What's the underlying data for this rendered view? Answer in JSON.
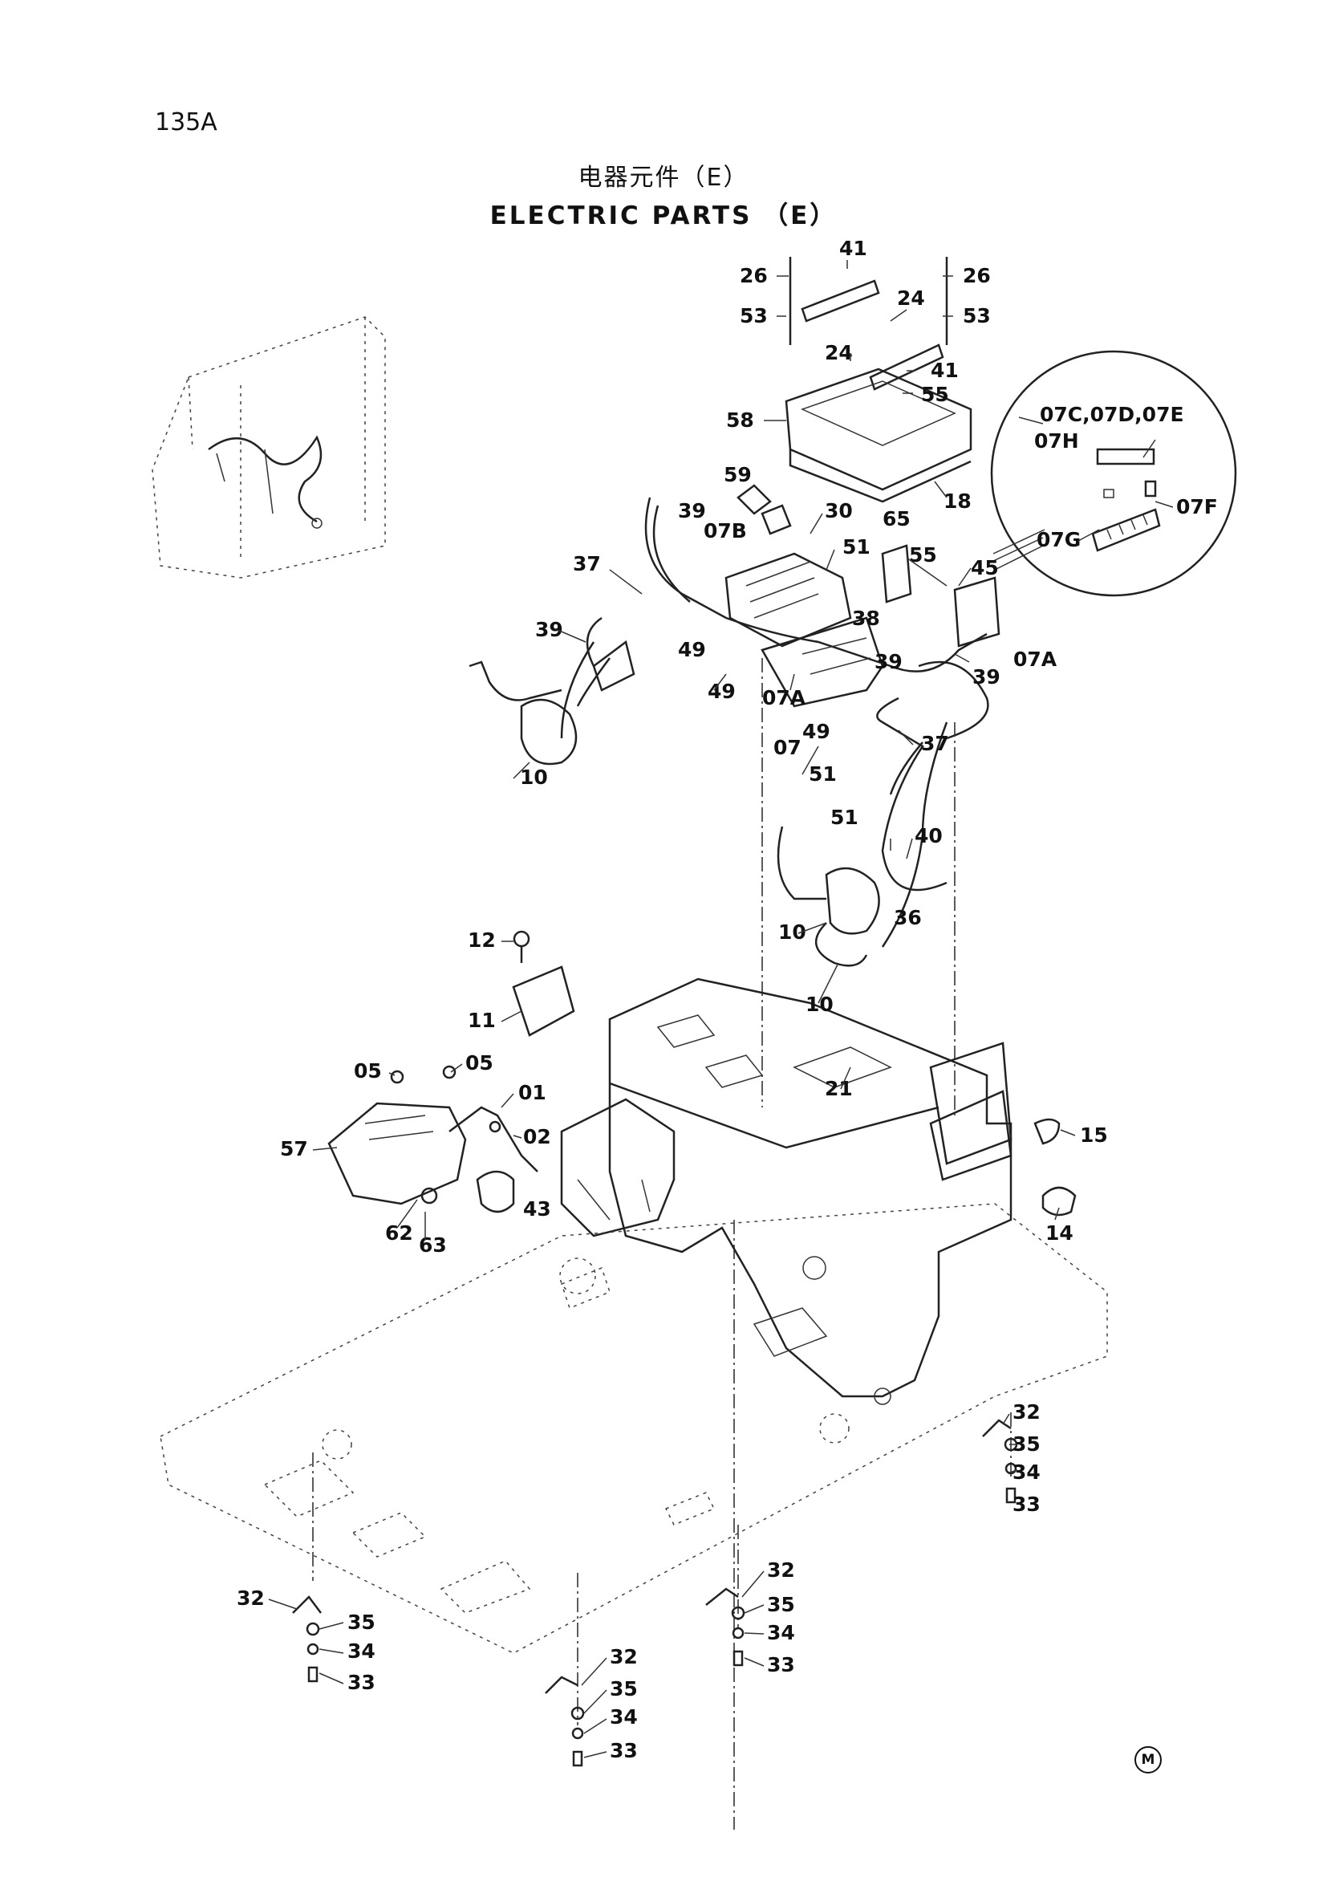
{
  "page_code": "135A",
  "title_cn": "电器元件（E）",
  "title_en": "ELECTRIC  PARTS （E）",
  "corner_mark": "M",
  "callouts": [
    "26",
    "41",
    "26",
    "53",
    "24",
    "53",
    "24",
    "41",
    "55",
    "58",
    "18",
    "07C,07D,07E",
    "07H",
    "07G",
    "07F",
    "59",
    "39",
    "30",
    "07B",
    "65",
    "51",
    "55",
    "45",
    "37",
    "38",
    "39",
    "49",
    "39",
    "07A",
    "49",
    "07A",
    "39",
    "07",
    "49",
    "37",
    "51",
    "10",
    "51",
    "40",
    "10",
    "36",
    "10",
    "12",
    "11",
    "05",
    "05",
    "01",
    "02",
    "57",
    "43",
    "62",
    "63",
    "21",
    "15",
    "14",
    "32",
    "35",
    "34",
    "33",
    "32",
    "35",
    "34",
    "33",
    "32",
    "35",
    "34",
    "33",
    "32",
    "35",
    "34",
    "33"
  ]
}
